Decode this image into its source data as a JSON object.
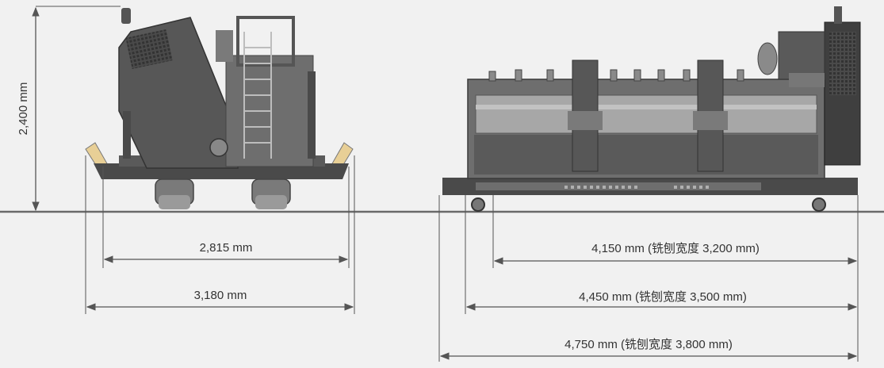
{
  "colors": {
    "background": "#f1f1f1",
    "dimension_line": "#555555",
    "ground_line": "#6a6a6a",
    "machine_dark": "#4a4a4a",
    "machine_mid": "#6e6e6e",
    "machine_light": "#9a9a9a",
    "drum": "#a7a7a7",
    "accent_yellow": "#e8cf96"
  },
  "dimensions": {
    "height_label": "2,400 mm",
    "track_width_label": "2,815 mm",
    "overall_width_label": "3,180 mm",
    "length_short_label": "4,150 mm (铣刨宽度 3,200 mm)",
    "length_mid_label": "4,450 mm (铣刨宽度 3,500 mm)",
    "length_long_label": "4,750 mm (铣刨宽度 3,800 mm)"
  }
}
